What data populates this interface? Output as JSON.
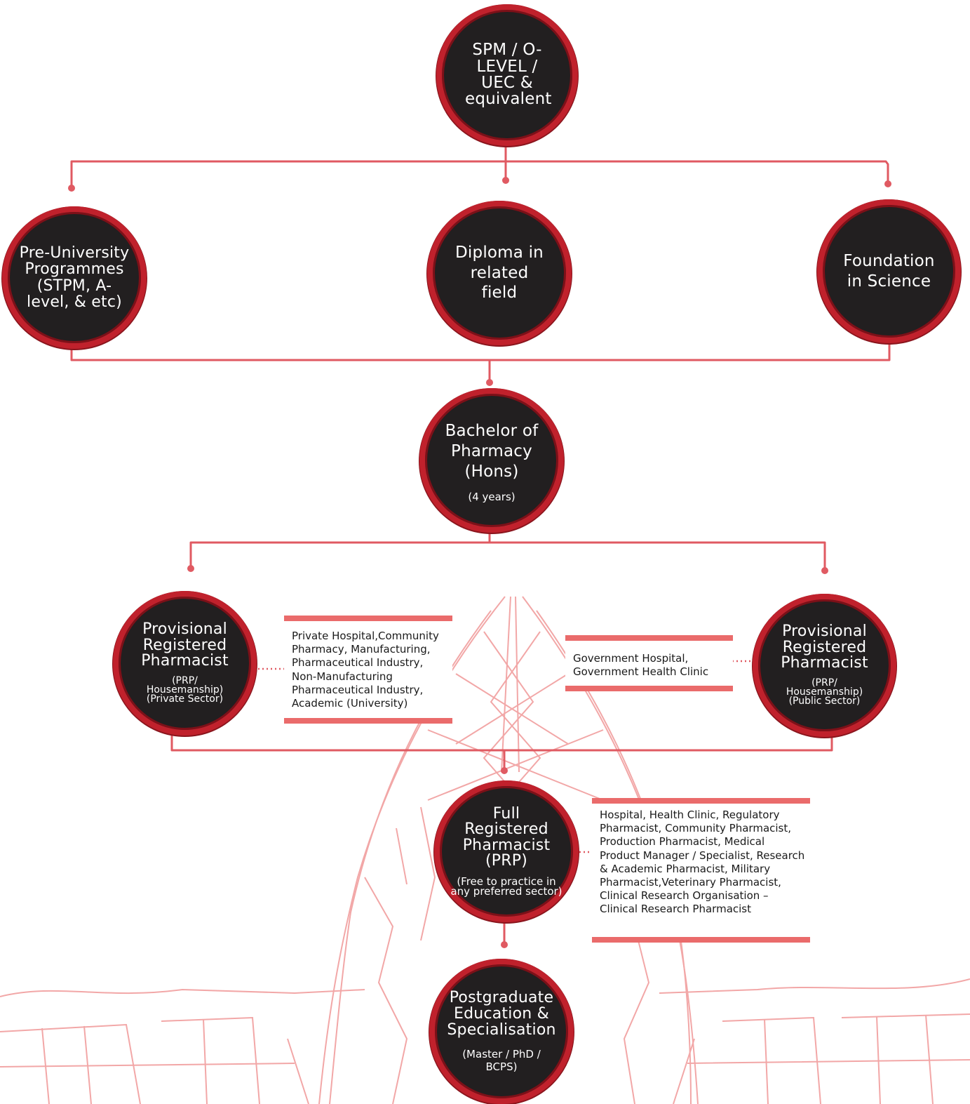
{
  "colors": {
    "connector": "#e05a62",
    "node_fill": "#221f20",
    "node_ring": "#c0212c",
    "box_bar": "#ea6b6b",
    "background_art": "#f2a7a7"
  },
  "nodes": {
    "entry": {
      "title": "SPM / O-LEVEL / UEC & equivalent"
    },
    "pre_university": {
      "title": "Pre-University Programmes (STPM, A-level, & etc)"
    },
    "diploma": {
      "title": "Diploma in related field"
    },
    "foundation": {
      "title": "Foundation in Science"
    },
    "bachelor": {
      "title": "Bachelor of Pharmacy (Hons)",
      "sub": "(4 years)"
    },
    "prp_private": {
      "title": "Provisional Registered Pharmacist",
      "sub": "(PRP/ Housemanship) (Private Sector)"
    },
    "prp_public": {
      "title": "Provisional Registered Pharmacist",
      "sub": "(PRP/ Housemanship) (Public Sector)"
    },
    "full_registered": {
      "title": "Full Registered Pharmacist (PRP)",
      "sub": "(Free to practice in any preferred sector)"
    },
    "postgraduate": {
      "title": "Postgraduate Education & Specialisation",
      "sub": "(Master / PhD / BCPS)"
    }
  },
  "boxes": {
    "private_sector": "Private Hospital,Community Pharmacy, Manufacturing, Pharmaceutical Industry, Non-Manufacturing Pharmaceutical Industry, Academic (University)",
    "public_sector": "Government Hospital, Government Health Clinic",
    "careers": "Hospital, Health Clinic, Regulatory Pharmacist, Community Pharmacist, Production Pharmacist, Medical Product Manager / Specialist, Research & Academic Pharmacist, Military Pharmacist,Veterinary Pharmacist, Clinical Research Organisation – Clinical Research Pharmacist"
  }
}
